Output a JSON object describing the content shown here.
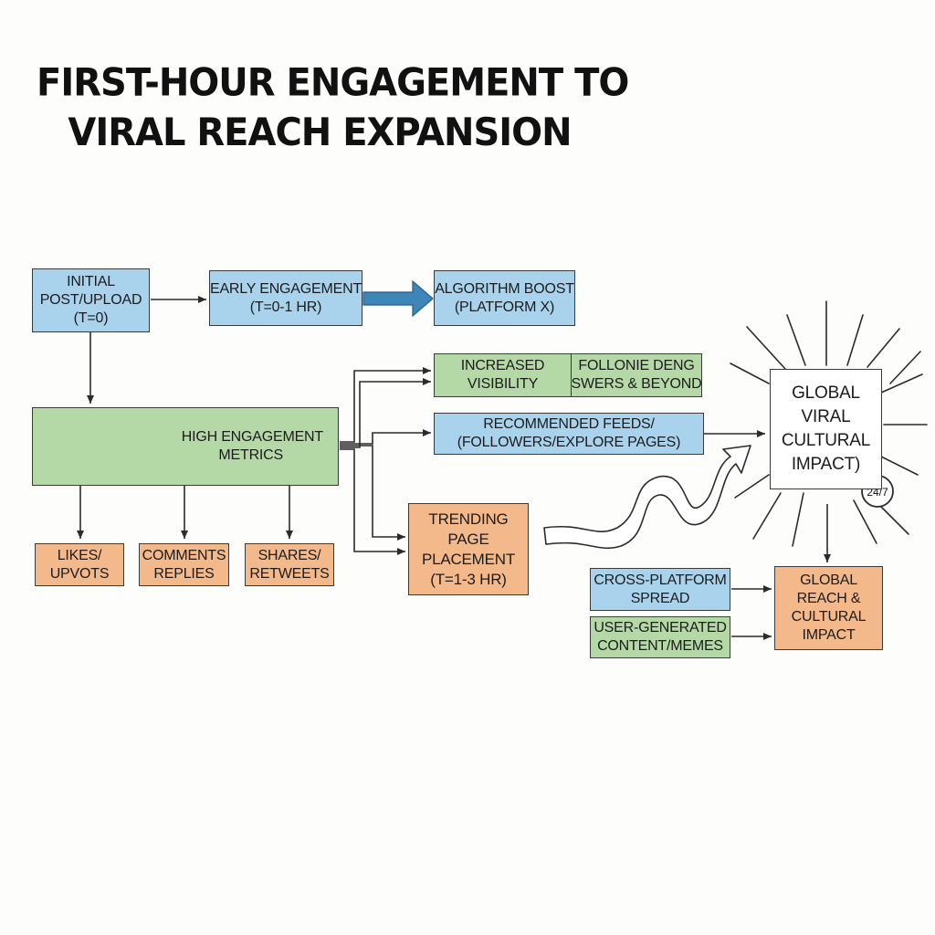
{
  "title": {
    "line1": "FIRST-HOUR ENGAGEMENT TO",
    "line2": "VIRAL REACH EXPANSION"
  },
  "nodes": {
    "initial_post": [
      "INITIAL",
      "POST/UPLOAD",
      "(T=0)"
    ],
    "early_engagement": [
      "EARLY ENGAGEMENT",
      "(T=0-1 HR)"
    ],
    "algorithm_boost": [
      "ALGORITHM BOOST",
      "(PLATFORM X)"
    ],
    "increased_visibility": [
      "INCREASED",
      "VISIBILITY"
    ],
    "followers_beyond": [
      "FOLLONIE DENG",
      "SWERS & BEYOND"
    ],
    "recommended_feeds": [
      "RECOMMENDED FEEDS/",
      "(FOLLOWERS/EXPLORE PAGES)"
    ],
    "high_engagement": [
      "HIGH ENGAGEMENT",
      "METRICS"
    ],
    "likes": [
      "LIKES/",
      "UPVOTS"
    ],
    "comments": [
      "COMMENTS",
      "REPLIES"
    ],
    "shares": [
      "SHARES/",
      "RETWEETS"
    ],
    "trending": [
      "TRENDING",
      "PAGE",
      "PLACEMENT",
      "(T=1-3 HR)"
    ],
    "global_viral": [
      "GLOBAL",
      "VIRAL",
      "CULTURAL",
      "IMPACT)"
    ],
    "clock_badge": "24/7",
    "cross_platform": [
      "CROSS-PLATFORM",
      "SPREAD"
    ],
    "user_generated": [
      "USER-GENERATED",
      "CONTENT/MEMES"
    ],
    "global_reach": [
      "GLOBAL",
      "REACH &",
      "CULTURAL",
      "IMPACT"
    ]
  },
  "colors": {
    "blue": "#a9d3ec",
    "green": "#b5d8a7",
    "orange": "#f3b98b",
    "boost_arrow": "#3f86b8",
    "line": "#2b2b2b"
  }
}
